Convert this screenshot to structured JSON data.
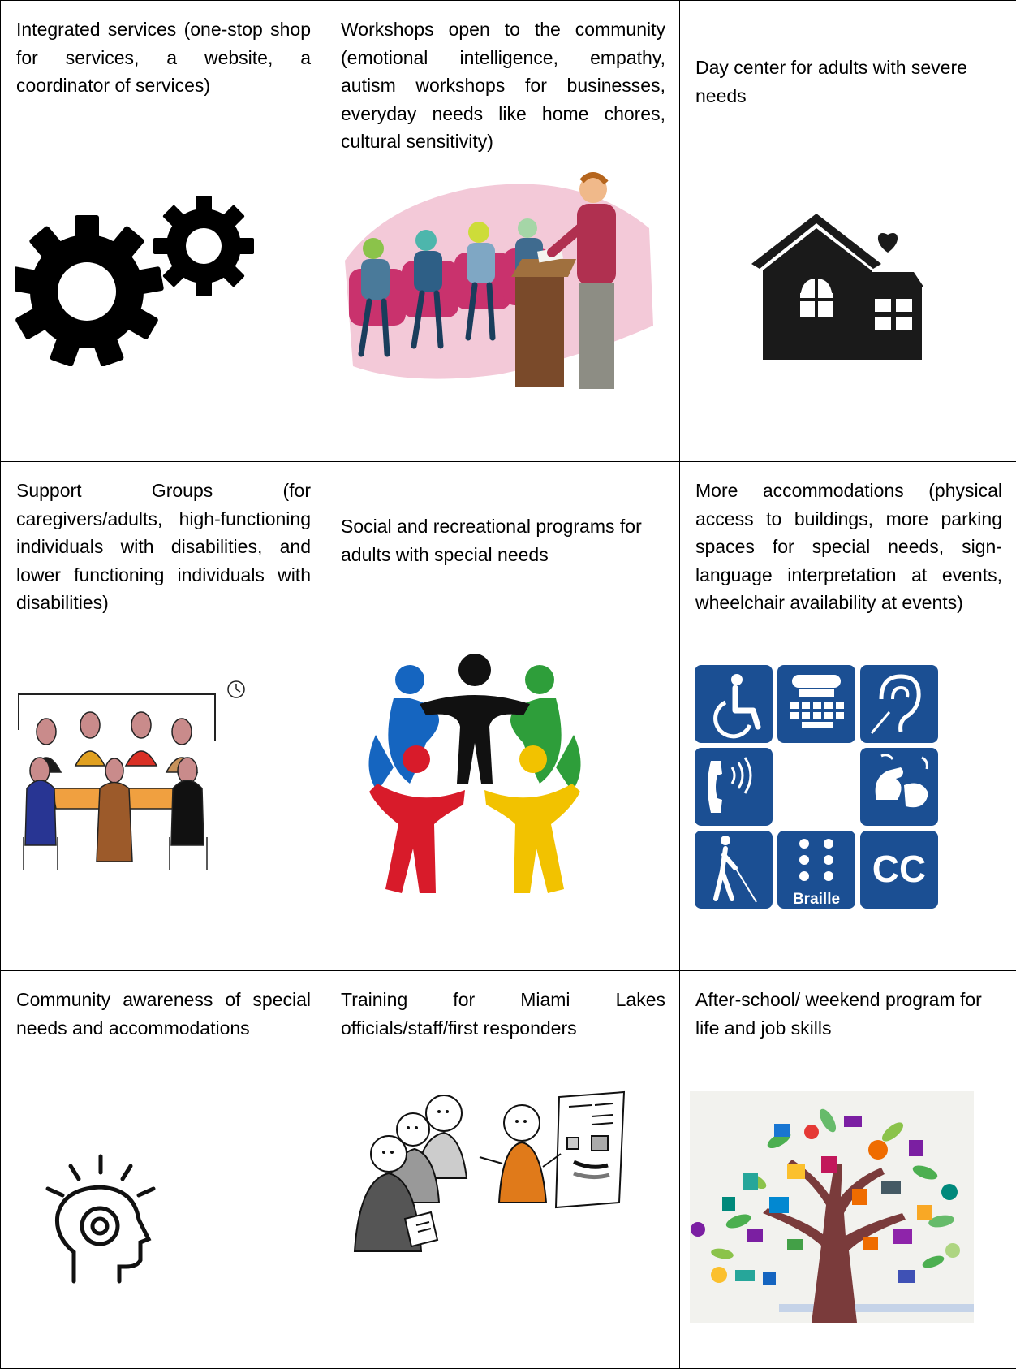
{
  "cells": [
    {
      "text": "Integrated services (one-stop shop for services, a website, a coordinator of services)",
      "icon": "gears-icon"
    },
    {
      "text": "Workshops open to the community (emotional intelligence, empathy, autism workshops for businesses, everyday needs like home chores, cultural sensitivity)",
      "icon": "workshop-audience-illustration"
    },
    {
      "text": "Day center for adults with severe needs",
      "icon": "house-heart-icon"
    },
    {
      "text": "Support Groups (for caregivers/adults, high-functioning individuals with disabilities, and lower functioning individuals with disabilities)",
      "icon": "support-group-illustration"
    },
    {
      "text": "Social and recreational programs for adults with special needs",
      "icon": "circle-of-people-icon"
    },
    {
      "text": "More accommodations (physical access to buildings, more parking spaces for special needs, sign-language interpretation at events, wheelchair availability at events)",
      "icon": "accessibility-symbols-icon"
    },
    {
      "text": "Community awareness of special needs and accommodations",
      "icon": "head-target-icon"
    },
    {
      "text": "Training for Miami Lakes officials/staff/first responders",
      "icon": "training-presentation-illustration"
    },
    {
      "text": "After-school/ weekend program for life and job skills",
      "icon": "skills-tree-illustration"
    }
  ],
  "accessibility_labels": {
    "braille": "Braille",
    "cc": "CC"
  }
}
